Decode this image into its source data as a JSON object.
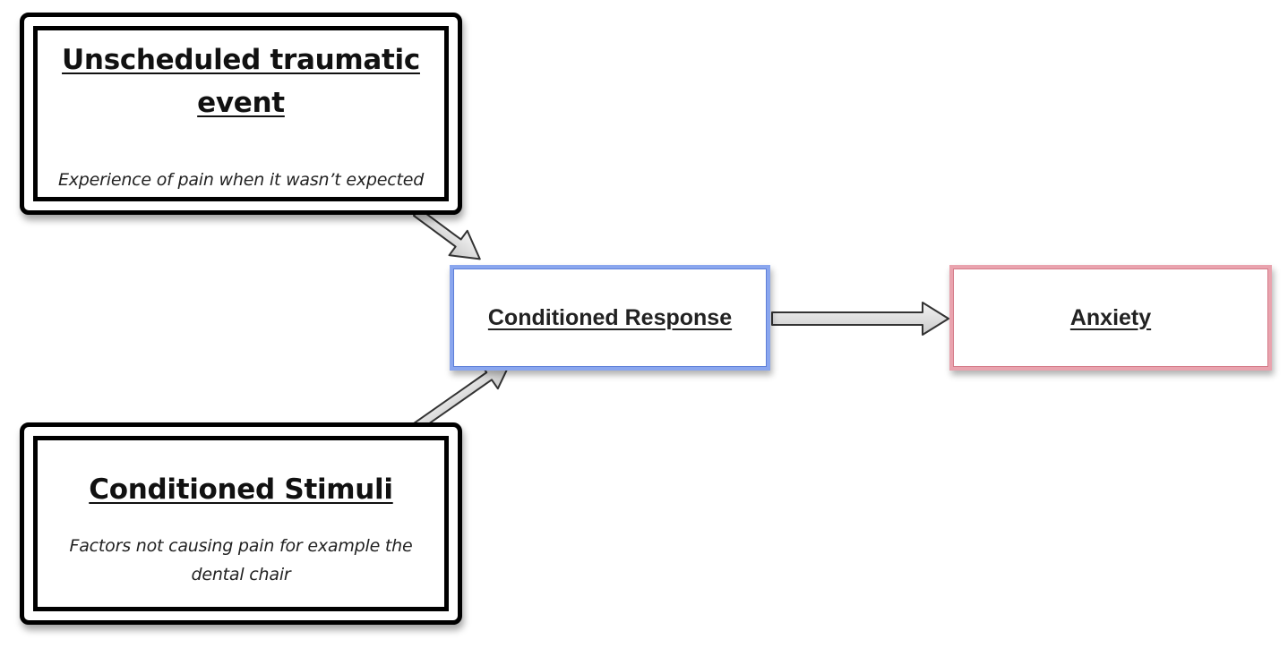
{
  "diagram": {
    "nodes": {
      "traumatic_event": {
        "title_line1": "Unscheduled traumatic",
        "title_line2": "event",
        "description": "Experience of pain when it wasn’t expected"
      },
      "conditioned_stimuli": {
        "title": "Conditioned Stimuli",
        "description_line1": "Factors not causing pain for example the",
        "description_line2": "dental chair"
      },
      "conditioned_response": {
        "title": "Conditioned Response",
        "border_color": "#8aa6ee"
      },
      "anxiety": {
        "title": "Anxiety",
        "border_color": "#e9a3ae"
      }
    },
    "edges": [
      {
        "from": "traumatic_event",
        "to": "conditioned_response"
      },
      {
        "from": "conditioned_stimuli",
        "to": "conditioned_response"
      },
      {
        "from": "conditioned_response",
        "to": "anxiety"
      }
    ]
  }
}
